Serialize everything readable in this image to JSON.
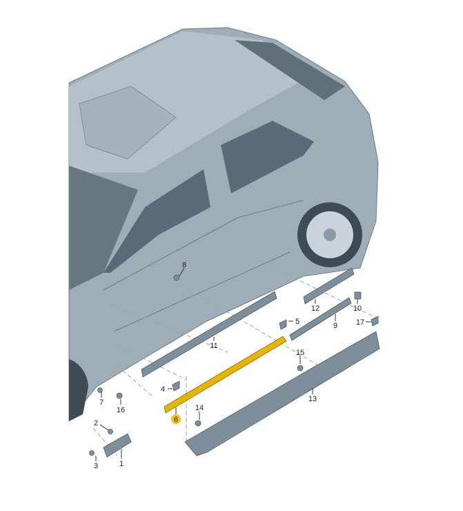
{
  "diagram": {
    "highlighted_part": "6",
    "highlight_color": "#e8b400",
    "body_color": "#9eaeb9",
    "labels": {
      "p1": "1",
      "p2": "2",
      "p3": "3",
      "p4": "4",
      "p5": "5",
      "p6": "6",
      "p7": "7",
      "p8": "8",
      "p9": "9",
      "p10": "10",
      "p11": "11",
      "p12": "12",
      "p13": "13",
      "p14": "14",
      "p15": "15",
      "p16": "16",
      "p17": "17"
    }
  }
}
